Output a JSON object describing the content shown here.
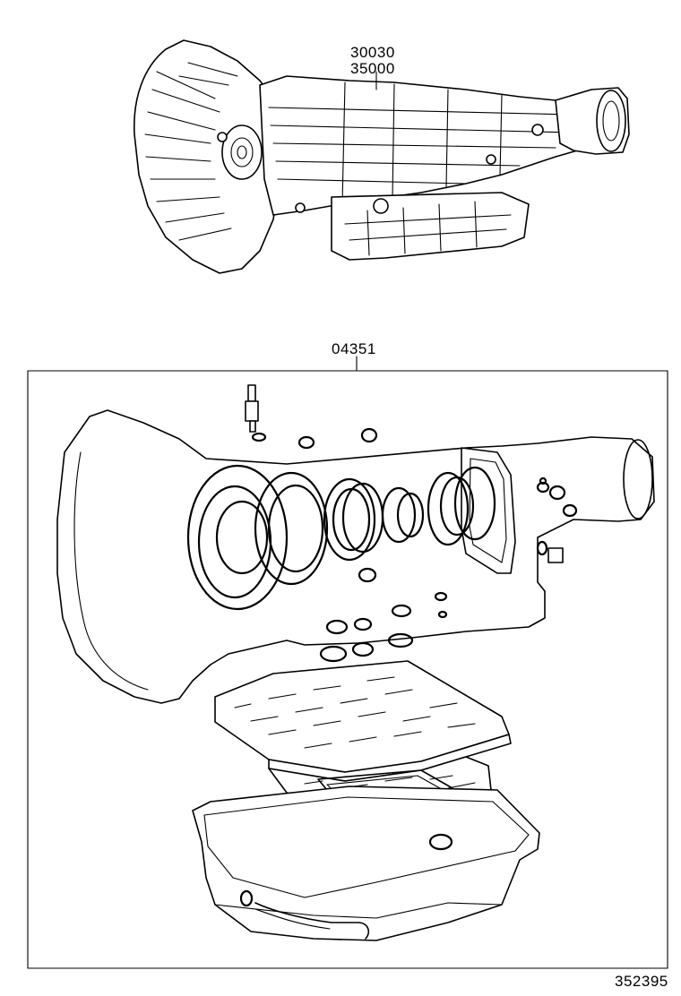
{
  "labels": {
    "assembly_part_1": "30030",
    "assembly_part_2": "35000",
    "overhaul_kit_part": "04351",
    "illustration_id": "352395"
  }
}
